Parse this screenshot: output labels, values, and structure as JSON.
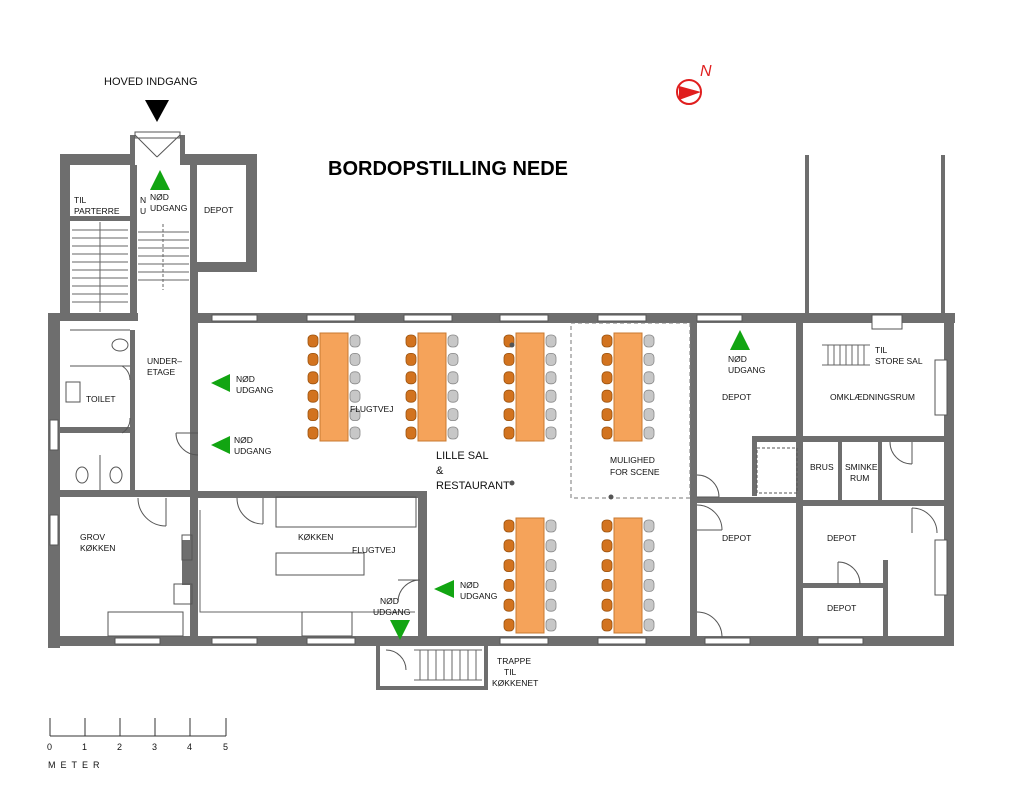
{
  "title": "BORDOPSTILLING NEDE",
  "entrance": {
    "label": "HOVED INDGANG"
  },
  "north": {
    "label": "N",
    "color": "#e01e1e"
  },
  "rooms": {
    "til_parterre": "TIL PARTERRE",
    "depot_top": "DEPOT",
    "underetage": "UNDER-ETAGE",
    "toilet": "TOILET",
    "grov_kokken": "GROV KØKKEN",
    "kokken": "KØKKEN",
    "lille_sal": "LILLE SAL",
    "amp": "&",
    "restaurant": "RESTAURANT",
    "mulighed": "MULIGHED FOR SCENE",
    "depot_right_top": "DEPOT",
    "depot_right_mid": "DEPOT",
    "til_store_sal": "TIL STORE SAL",
    "omklaedningsrum": "OMKLÆDNINGSRUM",
    "brus": "BRUS",
    "sminke_rum": "SMINKE RUM",
    "depot_far_right": "DEPOT",
    "depot_far_right_small": "DEPOT",
    "trappe": "TRAPPE TIL KØKKENET",
    "flugtvej_1": "FLUGTVEJ",
    "flugtvej_2": "FLUGTVEJ"
  },
  "exits": {
    "nod_udgang": "NØD UDGANG",
    "nod_partial_1": "N",
    "nod_partial_2": "U"
  },
  "scale": {
    "ticks": [
      "0",
      "1",
      "2",
      "3",
      "4",
      "5"
    ],
    "unit": "METER"
  },
  "colors": {
    "wall": "#6e6e6e",
    "table": "#f5a35a",
    "chair": "#d2731f",
    "exit_arrow": "#12a512",
    "entrance_arrow": "#000000"
  }
}
